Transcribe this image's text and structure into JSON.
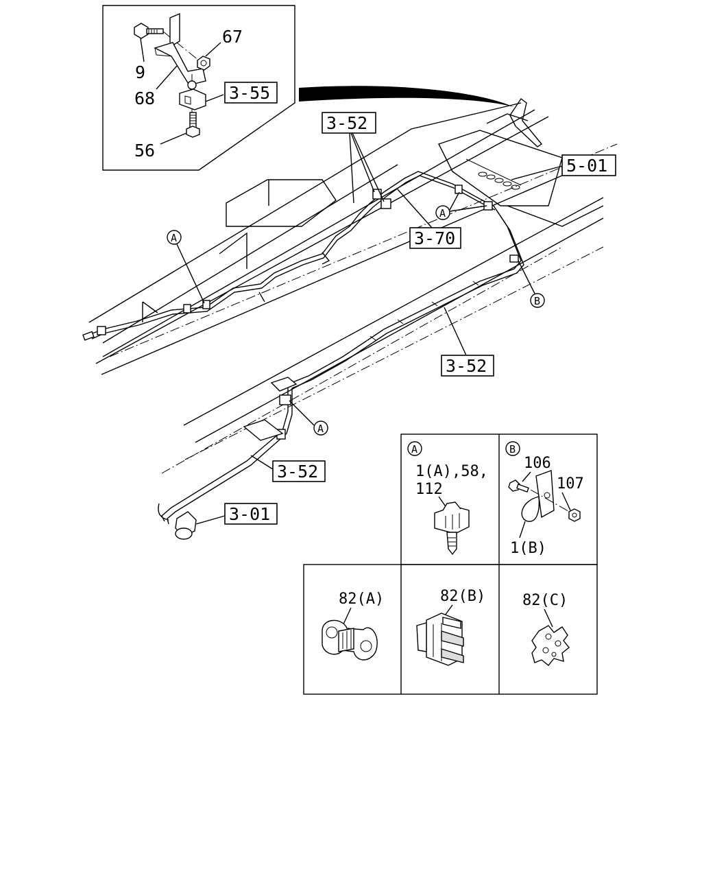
{
  "callouts": {
    "inset_9": "9",
    "inset_67": "67",
    "inset_68": "68",
    "inset_56": "56",
    "ref_3_55": "3-55",
    "ref_3_52_top": "3-52",
    "ref_5_01": "5-01",
    "ref_3_70": "3-70",
    "ref_3_52_mid": "3-52",
    "ref_3_52_low": "3-52",
    "ref_3_01": "3-01"
  },
  "markers": {
    "a": "A",
    "b": "B"
  },
  "detail_a": {
    "marker": "A",
    "line1": "1(A),58,",
    "line2": "112"
  },
  "detail_b": {
    "marker": "B",
    "label_106": "106",
    "label_107": "107",
    "label_1b": "1(B)"
  },
  "clips": {
    "c82a": "82(A)",
    "c82b": "82(B)",
    "c82c": "82(C)"
  }
}
